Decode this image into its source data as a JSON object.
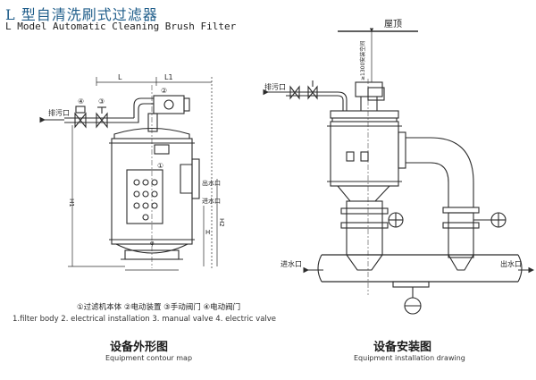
{
  "title": {
    "cn": "L 型自清洗刷式过滤器",
    "en": "L Model Automatic Cleaning Brush Filter"
  },
  "legend": {
    "cn": "①过滤机本体 ②电动装置 ③手动阀门 ④电动阀门",
    "en": "1.filter body 2. electrical installation 3. manual valve 4. electric valve"
  },
  "left_drawing": {
    "caption_cn": "设备外形图",
    "caption_en": "Equipment contour map",
    "labels": {
      "dim_L": "L",
      "dim_L1": "L1",
      "num1": "①",
      "num2": "②",
      "num3": "③",
      "num4": "④",
      "drain": "排污口",
      "outlet": "出水口",
      "inlet": "进水口",
      "dim_H1": "H1",
      "dim_H2": "H2",
      "dim_H": "H",
      "dim_phi": "φ"
    }
  },
  "right_drawing": {
    "caption_cn": "设备安装图",
    "caption_en": "Equipment installation drawing",
    "labels": {
      "roof": "屋顶",
      "clearance": "≥1300安装空间",
      "drain": "排污口",
      "inlet": "进水口",
      "outlet": "出水口"
    }
  },
  "colors": {
    "title": "#1f5d8a",
    "line": "#2b2b2b"
  }
}
